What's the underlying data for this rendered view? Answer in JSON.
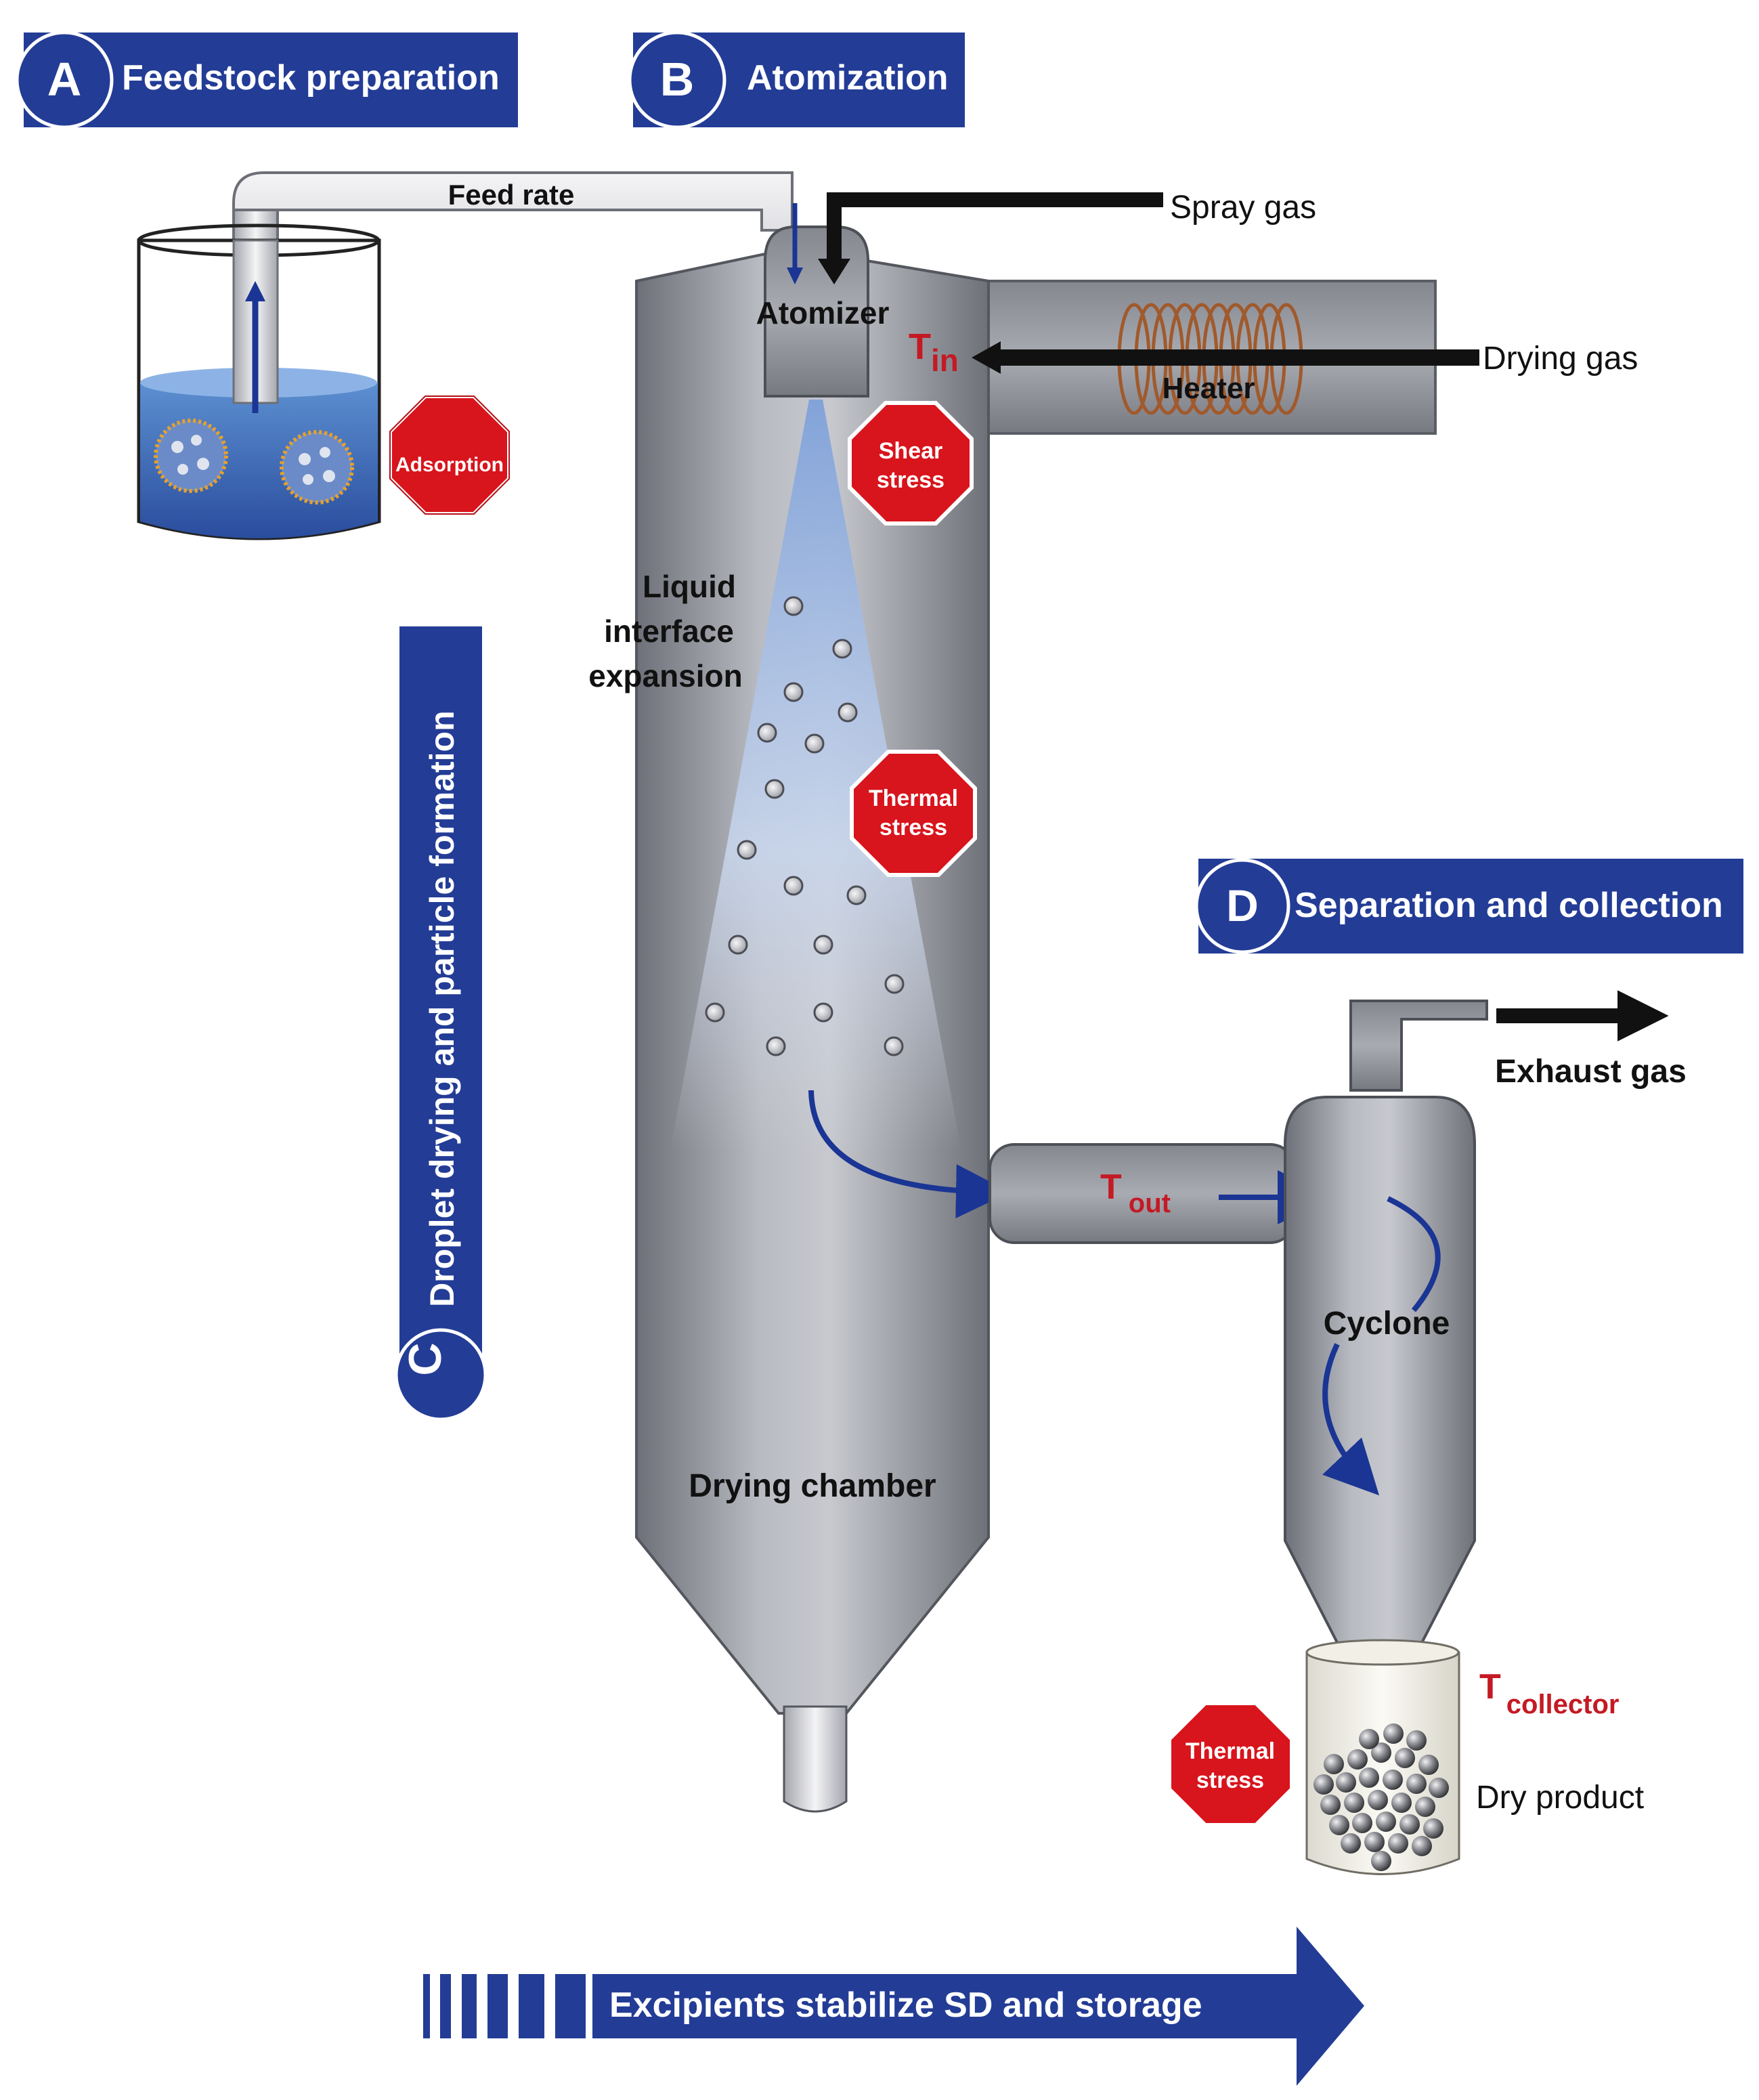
{
  "stages": {
    "a": {
      "letter": "A",
      "title": "Feedstock preparation"
    },
    "b": {
      "letter": "B",
      "title": "Atomization"
    },
    "c": {
      "letter": "C",
      "title": "Droplet drying and particle formation"
    },
    "d": {
      "letter": "D",
      "title": "Separation and collection"
    }
  },
  "labels": {
    "feed_rate": "Feed rate",
    "spray_gas": "Spray gas",
    "atomizer": "Atomizer",
    "drying_gas": "Drying gas",
    "heater": "Heater",
    "t_in_main": "T",
    "t_in_sub": "in",
    "t_out_main": "T",
    "t_out_sub": "out",
    "t_collector_main": "T",
    "t_collector_sub": "collector",
    "liquid_1": "Liquid",
    "liquid_2": "interface",
    "liquid_3": "expansion",
    "drying_chamber": "Drying chamber",
    "cyclone": "Cyclone",
    "exhaust_gas": "Exhaust gas",
    "dry_product": "Dry product"
  },
  "stress_signs": {
    "adsorption": "Adsorption",
    "shear_1": "Shear",
    "shear_2": "stress",
    "thermal_1": "Thermal",
    "thermal_2": "stress",
    "thermal_collector_1": "Thermal",
    "thermal_collector_2": "stress"
  },
  "bottom_arrow": "Excipients stabilize SD and storage",
  "colors": {
    "banner_blue": "#233c96",
    "stop_red": "#d8141c",
    "arrow_blue": "#1a3594",
    "steel": "#8e8f96"
  }
}
